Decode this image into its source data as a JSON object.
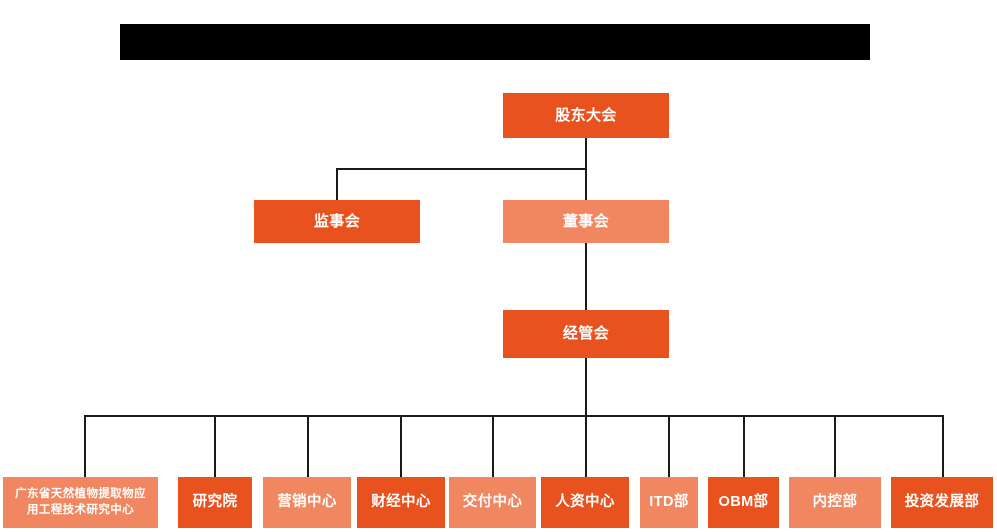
{
  "document": {
    "type": "organization-chart",
    "title_bar": {
      "label": "",
      "state": "redacted",
      "color": "#000000"
    },
    "background_color": "#ffffff"
  },
  "palette": {
    "primary_dark": "#E8521E",
    "primary_light": "#F08761",
    "connector": "#1a1a1a",
    "box_text": "#ffffff"
  },
  "nodes": {
    "shareholders_meeting": {
      "label": "股东大会",
      "tone": "dark"
    },
    "board_of_supervisors": {
      "label": "监事会",
      "tone": "dark"
    },
    "board_of_directors": {
      "label": "董事会",
      "tone": "light"
    },
    "management_committee": {
      "label": "经管会",
      "tone": "dark"
    }
  },
  "departments": [
    {
      "label": "广东省天然植物提取物应\n用工程技术研究中心",
      "tone": "light"
    },
    {
      "label": "研究院",
      "tone": "dark"
    },
    {
      "label": "营销中心",
      "tone": "light"
    },
    {
      "label": "财经中心",
      "tone": "dark"
    },
    {
      "label": "交付中心",
      "tone": "light"
    },
    {
      "label": "人资中心",
      "tone": "dark"
    },
    {
      "label": "ITD部",
      "tone": "light"
    },
    {
      "label": "OBM部",
      "tone": "dark"
    },
    {
      "label": "内控部",
      "tone": "light"
    },
    {
      "label": "投资发展部",
      "tone": "dark"
    }
  ]
}
